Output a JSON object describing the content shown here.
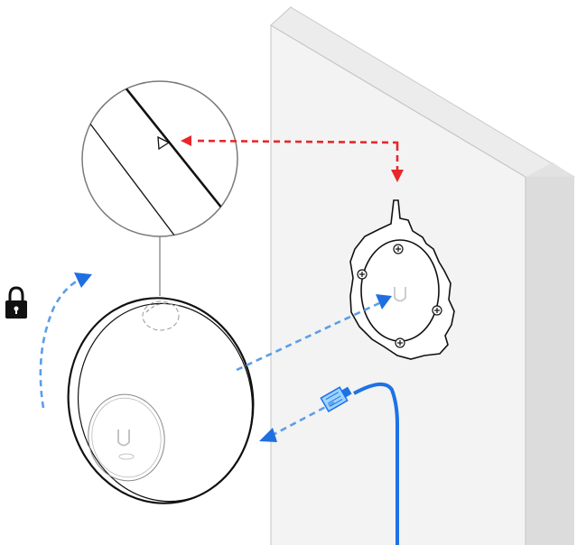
{
  "diagram": {
    "type": "installation-illustration",
    "steps": [
      {
        "id": "align-arrow",
        "description_visible": false
      },
      {
        "id": "mount-arrow",
        "description_visible": false
      },
      {
        "id": "rotate-lock-arrow",
        "description_visible": false
      }
    ],
    "icons": {
      "lock": "lock-icon",
      "logo": "ubiquiti-u-logo-icon",
      "alignment_mark": "triangle-alignment-icon",
      "ethernet_connector": "rj45-connector-icon"
    },
    "colors": {
      "outline": "#111111",
      "wall_front": "#f3f3f3",
      "wall_side": "#dcdcdc",
      "wall_edge": "#c4c4c4",
      "red_arrow": "#e8262b",
      "blue_arrow": "#1f6fe0",
      "light_blue_arrow": "#5a9ee8",
      "cable": "#1e72e6",
      "zoom_circle": "#7a7a7a"
    }
  }
}
